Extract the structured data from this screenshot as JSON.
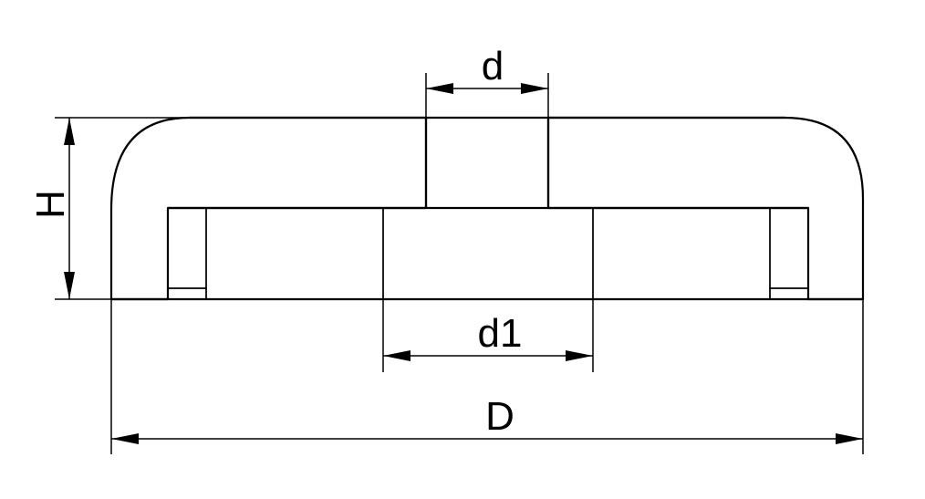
{
  "labels": {
    "d": "d",
    "d1": "d1",
    "D": "D",
    "H": "H"
  },
  "colors": {
    "stroke": "#000000",
    "background": "#ffffff"
  }
}
